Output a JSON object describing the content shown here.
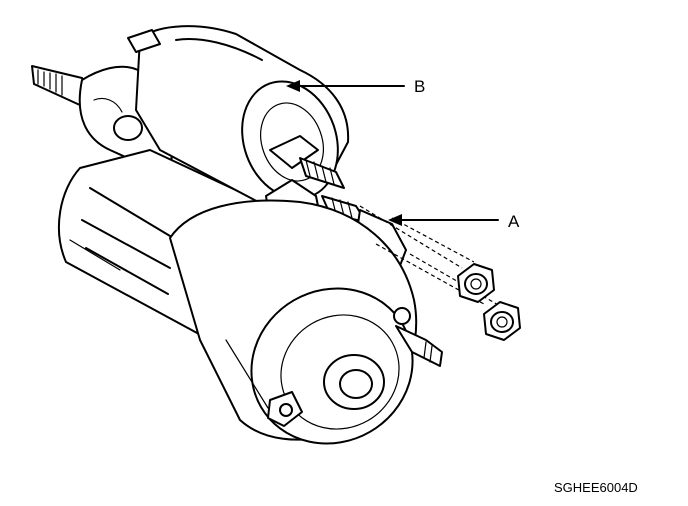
{
  "callouts": {
    "a": {
      "label": "A"
    },
    "b": {
      "label": "B"
    }
  },
  "figure_code": "SGHEE6004D",
  "colors": {
    "line": "#000000",
    "background": "#ffffff"
  }
}
